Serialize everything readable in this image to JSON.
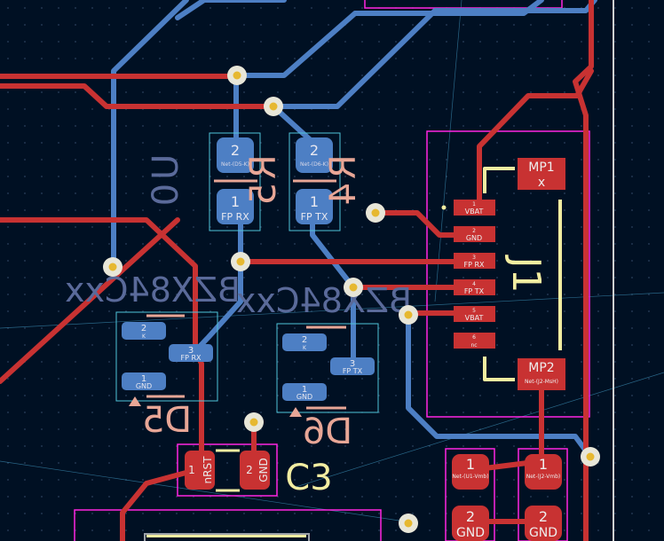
{
  "colors": {
    "background": "#001023",
    "grid_dot": "#2a3f5c",
    "front_copper": "#c83232",
    "back_copper": "#4d7fc4",
    "via_ring": "#e8e6d8",
    "via_hole": "#e6b830",
    "courtyard": "#ff26e2",
    "selection_outline": "#4fc3d9",
    "front_silk": "#f2eda1",
    "back_silk": "#e8a696",
    "back_fab": "#5a6a9a",
    "edge_cut": "#d0d0d0"
  },
  "components": {
    "R5": {
      "ref_back": "R5",
      "value_back": "R5",
      "pad1_net": "FP RX",
      "pad2_net": "Net-(D5-K)"
    },
    "R4": {
      "ref_back": "R4",
      "value_back": "R4",
      "pad1_net": "FP TX",
      "pad2_net": "Net-(D6-K)"
    },
    "U0": {
      "fab_text": "U0"
    },
    "D5": {
      "ref": "D5",
      "value": "BZX84Cxx",
      "pin1": "1",
      "pin2": "2",
      "pin3": "3",
      "net1": "GND",
      "net2": "K",
      "net3": "FP RX"
    },
    "D6": {
      "ref": "D6",
      "value": "BZX84Cxx",
      "pin1": "1",
      "pin2": "2",
      "pin3": "3",
      "net1": "GND",
      "net2": "K",
      "net3": "FP TX"
    },
    "C3": {
      "ref": "C3",
      "pad1_num": "1",
      "pad1_net": "nRST",
      "pad2_num": "2",
      "pad2_net": "GND"
    },
    "J1": {
      "ref": "J1",
      "mp1": "MP1",
      "mp1_net": "x",
      "mp2": "MP2",
      "mp2_net": "Net-(J2-MsH)",
      "pins": [
        {
          "num": "1",
          "net": "VBAT"
        },
        {
          "num": "2",
          "net": "GND"
        },
        {
          "num": "3",
          "net": "FP RX"
        },
        {
          "num": "4",
          "net": "FP TX"
        },
        {
          "num": "5",
          "net": "VBAT"
        },
        {
          "num": "6",
          "net": "nc"
        }
      ]
    },
    "lower_left_part": {
      "pad1_num": "1",
      "pad1_net": "Net-(U1-Vmb)",
      "pad2_num": "2",
      "pad2_net": "GND"
    },
    "lower_right_part": {
      "pad1_num": "1",
      "pad1_net": "Net-(J2-Vmb)",
      "pad2_num": "2",
      "pad2_net": "GND"
    }
  }
}
